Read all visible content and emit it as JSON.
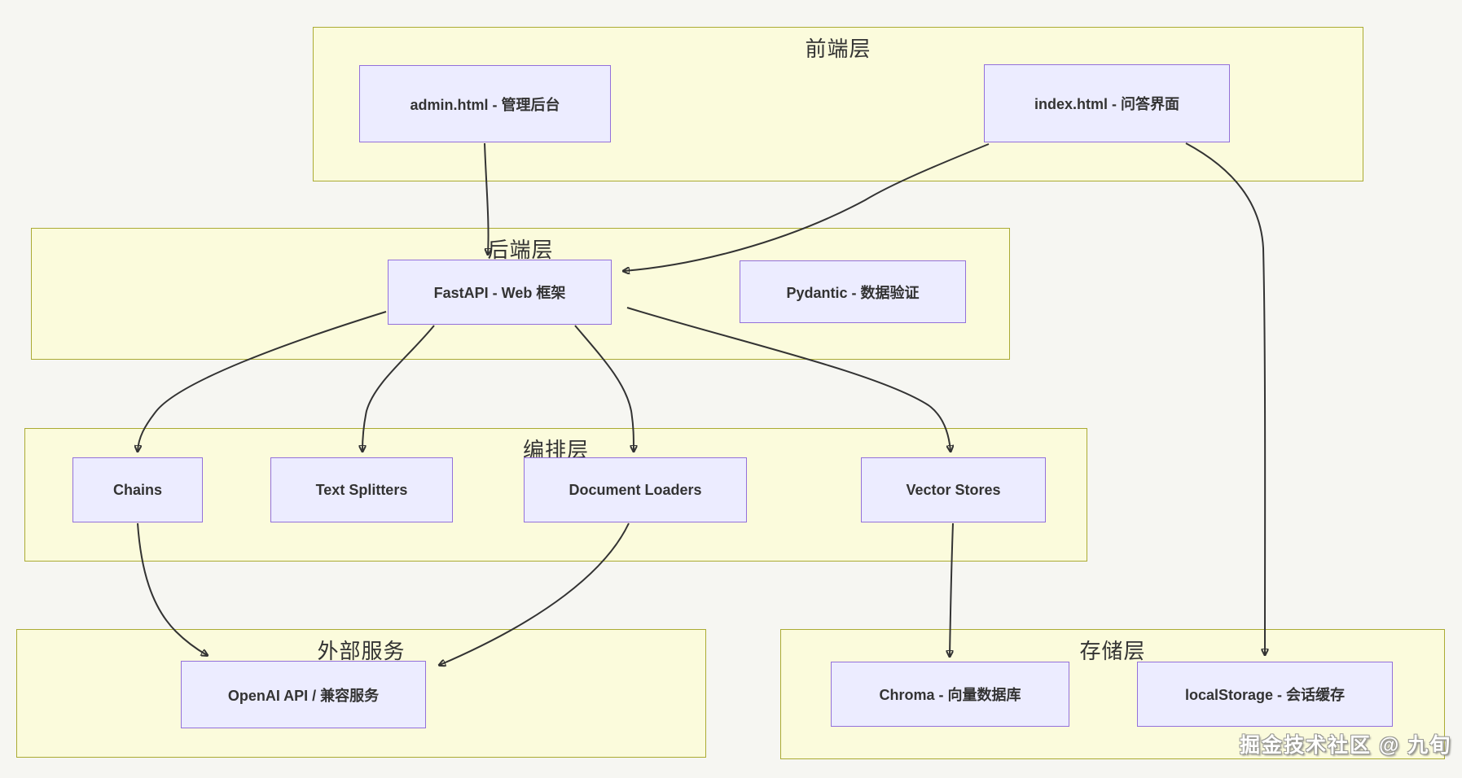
{
  "watermark": "掘金技术社区 @ 九旬",
  "layers": {
    "frontend": {
      "title": "前端层"
    },
    "backend": {
      "title": "后端层"
    },
    "orchestration": {
      "title": "编排层"
    },
    "external": {
      "title": "外部服务"
    },
    "storage": {
      "title": "存储层"
    }
  },
  "nodes": {
    "admin": {
      "label": "admin.html - 管理后台"
    },
    "index": {
      "label": "index.html - 问答界面"
    },
    "fastapi": {
      "label": "FastAPI - Web 框架"
    },
    "pydantic": {
      "label": "Pydantic - 数据验证"
    },
    "chains": {
      "label": "Chains"
    },
    "splitters": {
      "label": "Text Splitters"
    },
    "loaders": {
      "label": "Document Loaders"
    },
    "vectors": {
      "label": "Vector Stores"
    },
    "openai": {
      "label": "OpenAI API / 兼容服务"
    },
    "chroma": {
      "label": "Chroma - 向量数据库"
    },
    "localstorage": {
      "label": "localStorage - 会话缓存"
    }
  },
  "edges": [
    {
      "from": "admin.html - 管理后台",
      "to": "FastAPI - Web 框架"
    },
    {
      "from": "index.html - 问答界面",
      "to": "FastAPI - Web 框架"
    },
    {
      "from": "index.html - 问答界面",
      "to": "localStorage - 会话缓存"
    },
    {
      "from": "FastAPI - Web 框架",
      "to": "Chains"
    },
    {
      "from": "FastAPI - Web 框架",
      "to": "Text Splitters"
    },
    {
      "from": "FastAPI - Web 框架",
      "to": "Document Loaders"
    },
    {
      "from": "FastAPI - Web 框架",
      "to": "Vector Stores"
    },
    {
      "from": "Chains",
      "to": "OpenAI API / 兼容服务"
    },
    {
      "from": "Document Loaders",
      "to": "OpenAI API / 兼容服务"
    },
    {
      "from": "Vector Stores",
      "to": "Chroma - 向量数据库"
    }
  ],
  "colors": {
    "node_fill": "#ECECFF",
    "node_border": "#9370DB",
    "layer_fill": "#FBFBDC",
    "layer_border": "#ABAB33",
    "edge": "#333333",
    "background": "#F6F6F2",
    "text": "#333333",
    "watermark_fill": "#FFFFFF",
    "watermark_outline": "#9A9A94"
  }
}
